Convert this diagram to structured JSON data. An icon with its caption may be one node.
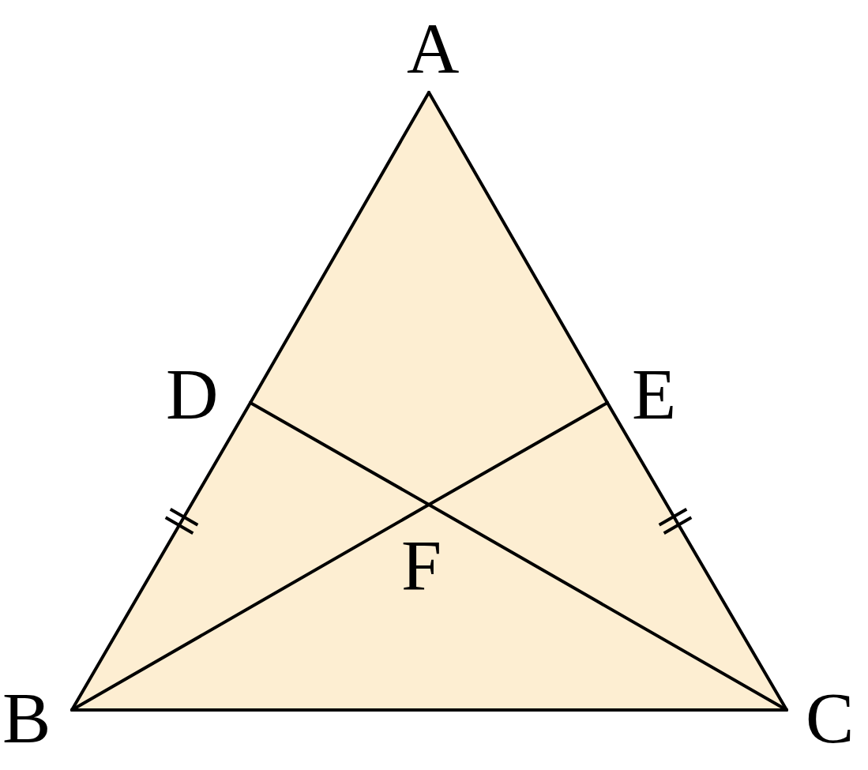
{
  "diagram": {
    "nodes": [
      {
        "text": [
          "A"
        ]
      },
      {
        "text": [
          "B"
        ]
      },
      {
        "text": [
          "C"
        ]
      },
      {
        "text": [
          "D"
        ]
      },
      {
        "text": [
          "E"
        ]
      },
      {
        "text": [
          "F"
        ]
      }
    ],
    "edges": [
      {
        "from": 0,
        "to": 3,
        "arrow": "none"
      },
      {
        "from": 3,
        "to": 1,
        "arrow": "none"
      },
      {
        "from": 0,
        "to": 4,
        "arrow": "none"
      },
      {
        "from": 4,
        "to": 2,
        "arrow": "none"
      },
      {
        "from": 1,
        "to": 2,
        "arrow": "none"
      },
      {
        "from": 3,
        "to": 5,
        "arrow": "none"
      },
      {
        "from": 5,
        "to": 2,
        "arrow": "none"
      },
      {
        "from": 4,
        "to": 5,
        "arrow": "none"
      },
      {
        "from": 5,
        "to": 1,
        "arrow": "none"
      }
    ]
  }
}
